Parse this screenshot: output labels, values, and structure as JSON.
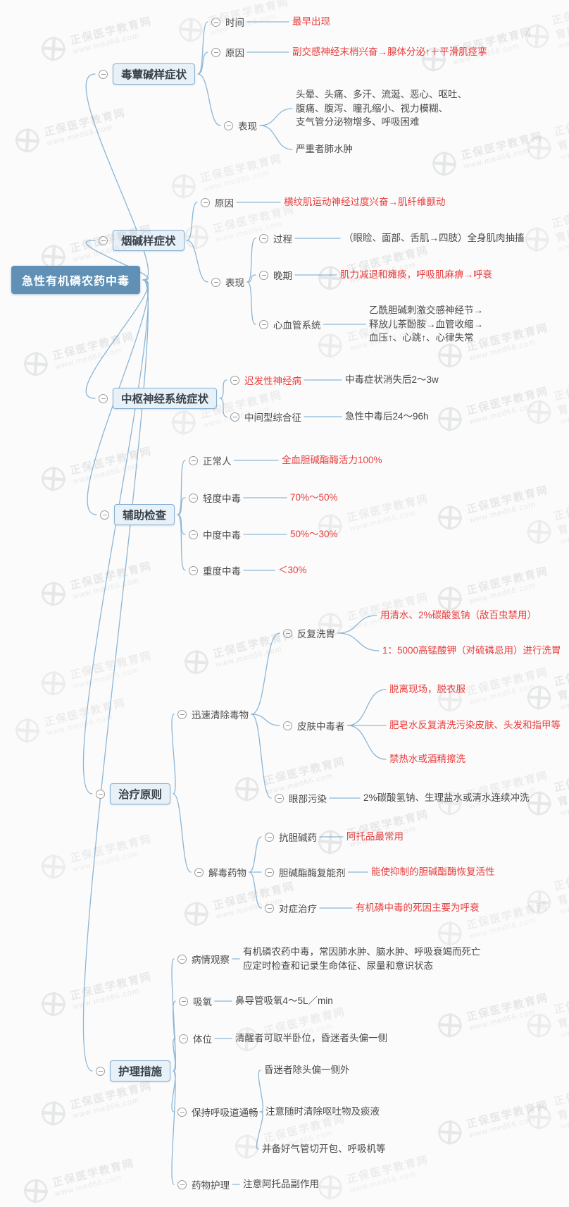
{
  "root": {
    "label": "急性有机磷农药中毒"
  },
  "muscarinic": {
    "title": "毒蕈碱样症状",
    "time_label": "时间",
    "time_value": "最早出现",
    "cause_label": "原因",
    "cause_value": "副交感神经末梢兴奋→腺体分泌↑＋平滑肌痉挛",
    "signs_label": "表现",
    "signs_general": "头晕、头痛、多汗、流涎、恶心、呕吐、\n腹痛、腹泻、瞳孔缩小、视力模糊、\n支气管分泌物增多、呼吸困难",
    "signs_severe": "严重者肺水肿"
  },
  "nicotinic": {
    "title": "烟碱样症状",
    "cause_label": "原因",
    "cause_value": "横纹肌运动神经过度兴奋→肌纤维颤动",
    "signs_label": "表现",
    "process_label": "过程",
    "process_value": "（眼睑、面部、舌肌→四肢）全身肌肉抽搐",
    "late_label": "晚期",
    "late_value": "肌力减退和瘫痪，呼吸肌麻痹→呼衰",
    "cardio_label": "心血管系统",
    "cardio_value": "乙酰胆碱刺激交感神经节→\n释放儿茶酚胺→血管收缩→\n血压↑、心跳↑、心律失常"
  },
  "cns": {
    "title": "中枢神经系统症状",
    "delayed_label": "迟发性神经病",
    "delayed_value": "中毒症状消失后2～3w",
    "intermediate_label": "中间型综合征",
    "intermediate_value": "急性中毒后24～96h"
  },
  "examination": {
    "title": "辅助检查",
    "normal_label": "正常人",
    "normal_value": "全血胆碱酯酶活力100%",
    "mild_label": "轻度中毒",
    "mild_value": "70%～50%",
    "moderate_label": "中度中毒",
    "moderate_value": "50%～30%",
    "severe_label": "重度中毒",
    "severe_value": "＜30%"
  },
  "treatment": {
    "title": "治疗原则",
    "remove_label": "迅速清除毒物",
    "lavage_label": "反复洗胃",
    "lavage_v1": "用清水、2%碳酸氢钠（敌百虫禁用）",
    "lavage_v2": "1：5000高锰酸钾（对硫磷忌用）进行洗胃",
    "skin_label": "皮肤中毒者",
    "skin_v1": "脱离现场，脱衣服",
    "skin_v2": "肥皂水反复清洗污染皮肤、头发和指甲等",
    "skin_v3": "禁热水或酒精擦洗",
    "eye_label": "眼部污染",
    "eye_value": "2%碳酸氢钠、生理盐水或清水连续冲洗",
    "antidote_label": "解毒药物",
    "anticholinergic_label": "抗胆碱药",
    "anticholinergic_value": "阿托品最常用",
    "reactivator_label": "胆碱酯酶复能剂",
    "reactivator_value": "能使抑制的胆碱酯酶恢复活性",
    "symptomatic_label": "对症治疗",
    "symptomatic_value": "有机磷中毒的死因主要为呼衰"
  },
  "nursing": {
    "title": "护理措施",
    "observe_label": "病情观察",
    "observe_value": "有机磷农药中毒，常因肺水肿、脑水肿、呼吸衰竭而死亡\n应定时检查和记录生命体征、尿量和意识状态",
    "oxygen_label": "吸氧",
    "oxygen_value": "鼻导管吸氧4～5L／min",
    "position_label": "体位",
    "position_value": "清醒者可取半卧位，昏迷者头偏一侧",
    "airway_label": "保持呼吸道通畅",
    "airway_v1": "昏迷者除头偏一侧外",
    "airway_v2": "注意随时清除呕吐物及痰液",
    "airway_v3": "并备好气管切开包、呼吸机等",
    "medication_label": "药物护理",
    "medication_value": "注意阿托品副作用"
  },
  "watermark": {
    "name": "正保医学教育网",
    "url": "www.med66.com"
  },
  "colors": {
    "root_bg": "#6090b5",
    "topic_bg": "#e9f1f8",
    "topic_border": "#86b0d2",
    "connector": "#8cb6d6",
    "highlight_red": "#e83c3c",
    "text": "#4a4a4a"
  }
}
